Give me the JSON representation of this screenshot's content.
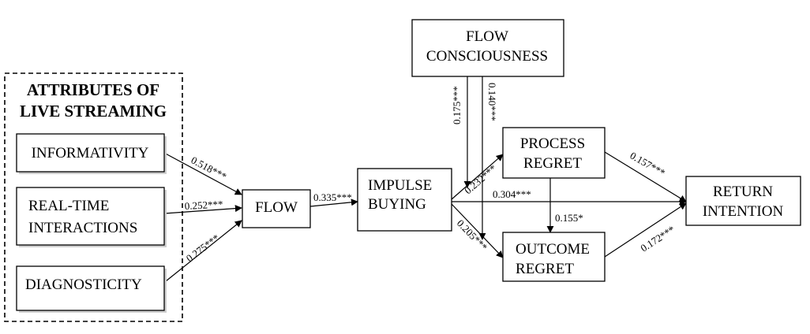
{
  "group": {
    "title_line1": "ATTRIBUTES OF",
    "title_line2": "LIVE STREAMING"
  },
  "nodes": {
    "informativity": [
      "INFORMATIVITY"
    ],
    "real_time": [
      "REAL-TIME",
      "INTERACTIONS"
    ],
    "diagnosticity": [
      "DIAGNOSTICITY"
    ],
    "flow": [
      "FLOW"
    ],
    "impulse": [
      "IMPULSE",
      "BUYING"
    ],
    "flow_consciousness": [
      "FLOW",
      "CONSCIOUSNESS"
    ],
    "process_regret": [
      "PROCESS",
      "REGRET"
    ],
    "outcome_regret": [
      "OUTCOME",
      "REGRET"
    ],
    "return_intention": [
      "RETURN",
      "INTENTION"
    ]
  },
  "paths": {
    "informativity_flow": "0.518***",
    "realtime_flow": "0.252***",
    "diagnosticity_flow": "0.275***",
    "flow_impulse": "0.335***",
    "fc_moderation_process": "0.175***",
    "fc_moderation_outcome": "0.140***",
    "impulse_process": "0.232***",
    "impulse_return": "0.304***",
    "impulse_outcome": "0.205***",
    "process_outcome": "0.155*",
    "process_return": "0.157***",
    "outcome_return": "0.172***"
  }
}
